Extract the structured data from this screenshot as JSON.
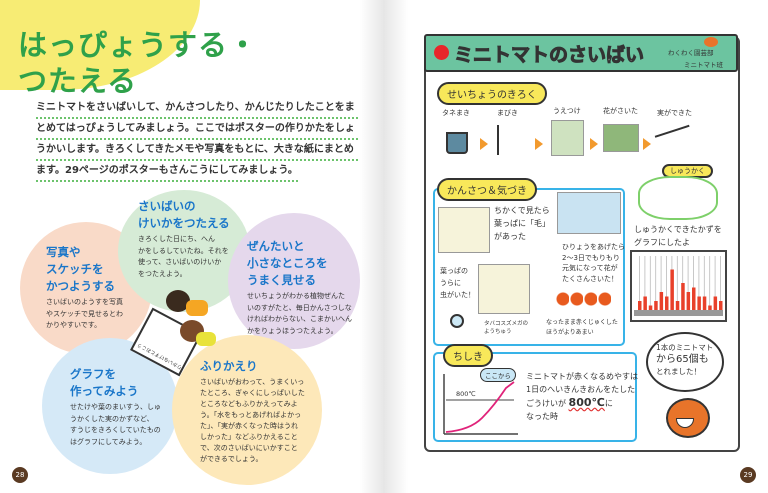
{
  "left_page": {
    "title_line1": "はっぴょうする・",
    "title_line2": "つたえる",
    "intro_lines": [
      "ミニトマトをさいばいして、かんさつしたり、かんじたりしたことをま",
      "とめてはっぴょうしてみましょう。ここではポスターの作りかたをしょ",
      "うかいします。きろくしてきたメモや写真をもとに、大きな紙にまとめ",
      "ます。29ページのポスターもさんこうにしてみましょう。"
    ],
    "circles": [
      {
        "heading": [
          "写真や",
          "スケッチを",
          "かつようする"
        ],
        "body": [
          "さいばいのようすを写真",
          "やスケッチで見せるとわ",
          "かりやすいです。"
        ],
        "color": "#f9dac8"
      },
      {
        "heading": [
          "さいばいの",
          "けいかをつたえる"
        ],
        "body": [
          "きろくした日にち、へん",
          "かをしるしていたね。それを",
          "使って、さいばいのけいか",
          "をつたえよう。"
        ],
        "color": "#d6ebd6"
      },
      {
        "heading": [
          "ぜんたいと",
          "小さなところを",
          "うまく見せる"
        ],
        "body": [
          "せいちょうがわかる植物ぜんた",
          "いのすがたと、毎日かんさつしな",
          "ければわからない、こまかいへん",
          "かをりょうほうつたえよう。"
        ],
        "color": "#e5d8ec"
      },
      {
        "heading": [
          "グラフを",
          "作ってみよう"
        ],
        "body": [
          "せたけや葉のまいすう、しゅ",
          "うかくした実のかずなど、",
          "すうじをきろくしていたもの",
          "はグラフにしてみよう。"
        ],
        "color": "#d5e9f7"
      },
      {
        "heading": [
          "ふりかえり"
        ],
        "body": [
          "さいばいがおわって、うまくいっ",
          "たところ、ぎゃくにしっぱいした",
          "ところなどもふりかえってみよ",
          "う。「水をもっとあげればよかっ",
          "た」、「実が赤くなった時はうれ",
          "しかった」などふりかえること",
          "で、次のさいばいにいかすこと",
          "ができるでしょう。"
        ],
        "color": "#fde8b9"
      }
    ],
    "poster_sketch_text": "りかいなけすとおこう",
    "page_number": "28"
  },
  "right_page": {
    "header_title": "ミニトマトのさいばい",
    "header_sub1": "わくわく園芸部",
    "header_sub2": "ミニトマト班",
    "growth": {
      "label": "せいちょうのきろく",
      "steps": [
        "タネまき",
        "まびき",
        "うえつけ",
        "花がさいた",
        "実ができた"
      ],
      "harvest_label": "しゅうかく"
    },
    "observe": {
      "label": "かんさつ＆気づき",
      "note1": [
        "ちかくで見たら",
        "葉っぱに「毛」",
        "があった"
      ],
      "note2": [
        "ひりょうをあげたら",
        "2〜3日でもりもり",
        "元気になって花が",
        "たくさんさいた！"
      ],
      "note3": [
        "葉っぱの",
        "うらに",
        "虫がいた！"
      ],
      "note4": [
        "タバコスズメガの",
        "ようちゅう"
      ],
      "note5": [
        "なったまま赤くじゅくした",
        "ほうがよりあまい"
      ]
    },
    "graph_caption": [
      "しゅうかくできたかずを",
      "グラフにしたよ"
    ],
    "harvest_graph_values": [
      2,
      3,
      1,
      2,
      4,
      3,
      9,
      2,
      6,
      4,
      5,
      3,
      3,
      1,
      3,
      2
    ],
    "knowledge": {
      "label": "ちしき",
      "bubble": "ここから",
      "threshold": "800℃",
      "text": [
        "ミニトマトが赤くなるめやすは",
        "1日のへいきんきおんをたした",
        "ごうけいが"
      ],
      "value": "800℃",
      "suffix": "に",
      "last": "なった時"
    },
    "speech": [
      "1本のミニトマト",
      "から65個も",
      "とれました！"
    ],
    "page_number": "29"
  }
}
